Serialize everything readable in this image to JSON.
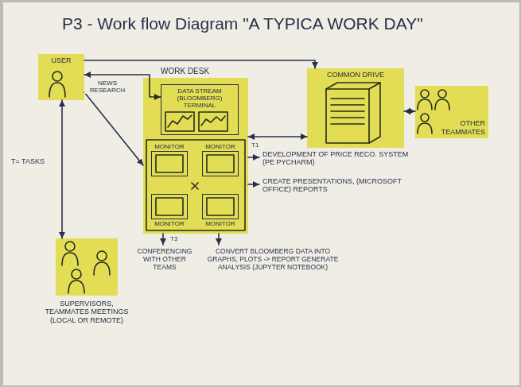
{
  "diagram": {
    "title": "P3 - Work flow Diagram \"A TYPICA WORK DAY\"",
    "nodes": [
      {
        "text": [
          "USER"
        ]
      },
      {
        "text": [
          "WORK DESK"
        ]
      },
      {
        "text": [
          "DATA STREAM (BLOOMBERG) TERMINAL"
        ],
        "in": 1
      },
      {
        "text": [
          "MONITOR"
        ],
        "in": 1
      },
      {
        "text": [
          "MONITOR"
        ],
        "in": 1
      },
      {
        "text": [
          "MONITOR"
        ],
        "in": 1
      },
      {
        "text": [
          "MONITOR"
        ],
        "in": 1
      },
      {
        "text": [
          "COMMON DRIVE"
        ]
      },
      {
        "text": [
          "OTHER TEAMMATES"
        ]
      },
      {
        "text": [
          "SUPERVISORS, TEAMMATES MEETINGS (LOCAL OR REMOTE)"
        ]
      }
    ],
    "edges": [
      {
        "from": 0,
        "to": 2,
        "label": "NEWS RESEARCH",
        "arrow": "both"
      },
      {
        "from": 0,
        "to": 7,
        "arrow": "to"
      },
      {
        "from": 0,
        "to": 1,
        "arrow": "to"
      },
      {
        "from": 0,
        "to": 9,
        "arrow": "both"
      },
      {
        "from": 7,
        "to": 8,
        "arrow": "both"
      },
      {
        "from": 1,
        "to": 7,
        "arrow": "both"
      }
    ],
    "labels": [
      "T= TASKS",
      "DEVELOPMENT OF PRICE RECO. SYSTEM (PE PYCHARM)",
      "CREATE PRESENTATIONS, (MICROSOFT OFFICE) REPORTS",
      "CONFERENCING WITH OTHER TEAMS",
      "CONVERT BLOOMBERG DATA INTO GRAPHS, PLOTS -> REPORT GENERATE ANALYSIS (JUPYTER NOTEBOOK)",
      "T1",
      "T3"
    ]
  }
}
